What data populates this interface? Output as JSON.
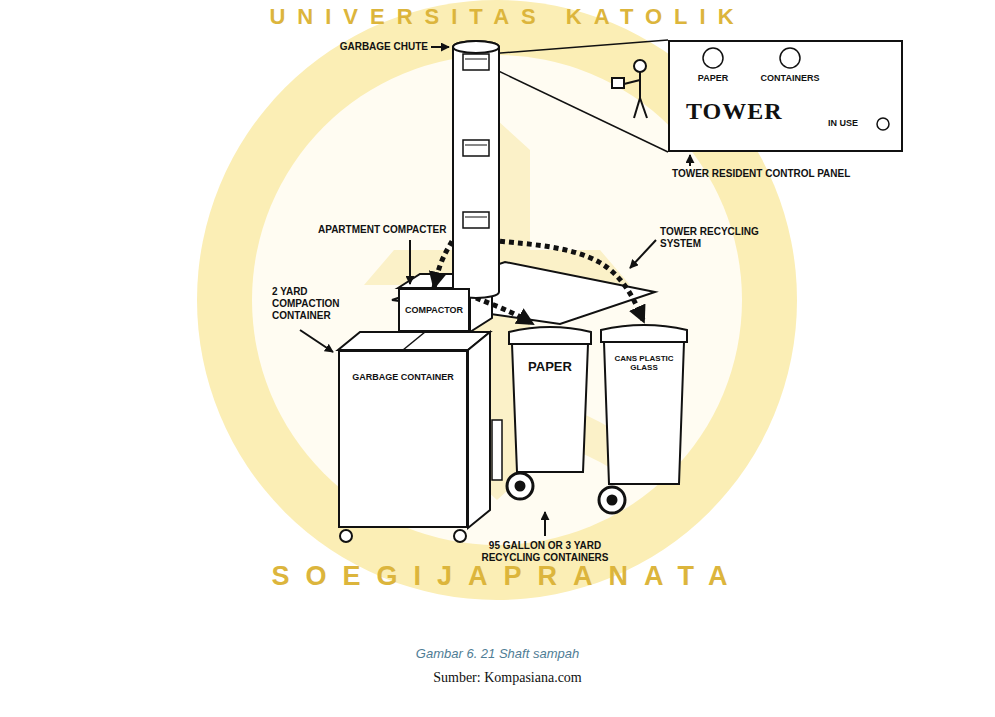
{
  "diagram": {
    "caption": "Gambar 6. 21 Shaft sampah",
    "nodes": [
      {
        "text": [
          "GARBAGE CHUTE"
        ]
      },
      {
        "text": [
          "PAPER",
          "CONTAINERS",
          "TOWER",
          "IN USE"
        ]
      },
      {
        "text": [
          "COMPACTOR"
        ]
      },
      {
        "text": [
          "GARBAGE CONTAINER"
        ]
      },
      {
        "text": [
          "PAPER"
        ]
      },
      {
        "text": [
          "CANS PLASTIC GLASS"
        ]
      }
    ],
    "edges": [
      {
        "from": 0,
        "to": 2,
        "arrow": "to"
      },
      {
        "from": 0,
        "to": 4,
        "arrow": "to"
      },
      {
        "from": 0,
        "to": 5,
        "arrow": "to"
      }
    ],
    "labels": [
      "TOWER RESIDENT CONTROL PANEL",
      "APARTMENT COMPACTER",
      "TOWER RECYCLING SYSTEM",
      "2 YARD COMPACTION CONTAINER",
      "95 GALLON OR 3 YARD RECYCLING CONTAINERS",
      "Sumber: Kompasiana.com",
      "UNIVERSITAS KATOLIK",
      "SOEGIJAPRANATA"
    ]
  }
}
